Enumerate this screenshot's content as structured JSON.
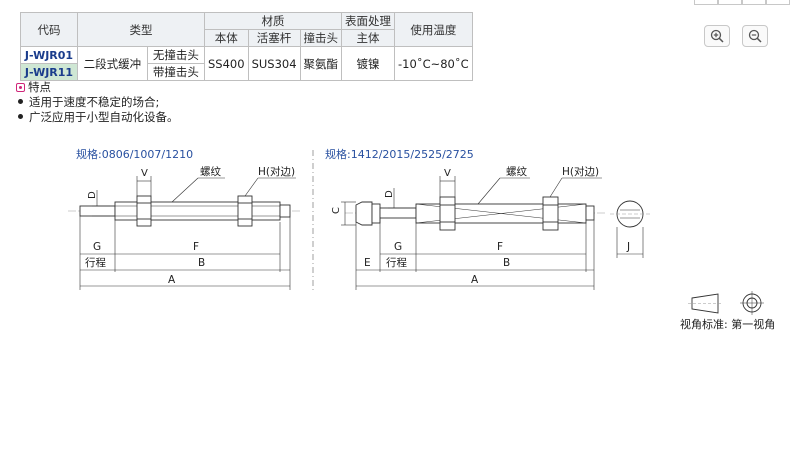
{
  "table": {
    "headers": {
      "code": "代码",
      "type": "类型",
      "material": "材质",
      "surface": "表面处理",
      "temp": "使用温度",
      "body": "本体",
      "rod": "活塞杆",
      "striker": "撞击头",
      "main": "主体"
    },
    "rows": [
      {
        "code": "J-WJR01",
        "type": "二段式缓冲",
        "subtype": "无撞击头"
      },
      {
        "code": "J-WJR11",
        "subtype": "带撞击头"
      }
    ],
    "body_material": "SS400",
    "rod_material": "SUS304",
    "striker_material": "聚氨酯",
    "surface": "镀镍",
    "temp": "-10˚C~80˚C"
  },
  "features": {
    "title": "特点",
    "items": [
      "适用于速度不稳定的场合;",
      "广泛应用于小型自动化设备。"
    ]
  },
  "drawing1": {
    "title": "规格:0806/1007/1210",
    "thread": "螺纹",
    "h": "H(对边)",
    "v": "V",
    "d": "D",
    "g": "G",
    "f": "F",
    "stroke": "行程",
    "b": "B",
    "a": "A"
  },
  "drawing2": {
    "title": "规格:1412/2015/2525/2725",
    "thread": "螺纹",
    "h": "H(对边)",
    "v": "V",
    "d": "D",
    "c": "C",
    "g": "G",
    "f": "F",
    "e": "E",
    "stroke": "行程",
    "b": "B",
    "a": "A",
    "j": "J"
  },
  "projection": {
    "label": "视角标准: 第一视角"
  },
  "zoom": {
    "in_icon": "zoom-in-icon",
    "out_icon": "zoom-out-icon"
  }
}
